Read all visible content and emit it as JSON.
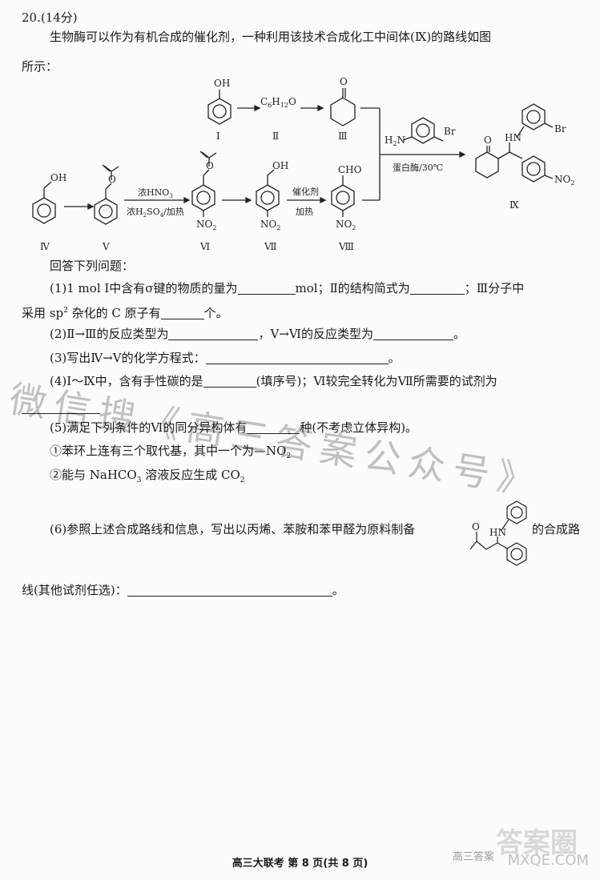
{
  "question": {
    "header": "20.(14分)",
    "intro_1": "生物酶可以作为有机合成的催化剂，一种利用该技术合成化工中间体(Ⅸ)的路线如图",
    "intro_2": "所示：",
    "prompt": "回答下列问题："
  },
  "scheme": {
    "labels": {
      "oh_top": "OH",
      "c6h12o_1": "C",
      "c6h12o_2": "6",
      "c6h12o_3": "H",
      "c6h12o_4": "12",
      "c6h12o_5": "O",
      "o_ketone": "O",
      "oh_iv": "OH",
      "oh_vii": "OH",
      "cho": "CHO",
      "no2_vi": "NO",
      "no2_vii": "NO",
      "no2_viii": "NO",
      "sub2": "2",
      "h2n_1": "H",
      "h2n_2": "2",
      "h2n_3": "N",
      "br_amine": "Br",
      "br_product": "Br",
      "hn_product": "HN",
      "o_product": "O",
      "no2_product": "NO",
      "enzyme": "蛋白酶/30℃",
      "hno3": "浓HNO",
      "hno3_sub": "3",
      "h2so4_1": "浓H",
      "h2so4_2": "2",
      "h2so4_3": "SO",
      "h2so4_4": "4",
      "h2so4_5": "/加热",
      "catalyst": "催化剂",
      "heat": "加热"
    },
    "roman": {
      "r1": "Ⅰ",
      "r2": "Ⅱ",
      "r3": "Ⅲ",
      "r4": "Ⅳ",
      "r5": "Ⅴ",
      "r6": "Ⅵ",
      "r7": "Ⅶ",
      "r8": "Ⅷ",
      "r9": "Ⅸ"
    }
  },
  "q1": {
    "a": "(1)1 mol Ⅰ中含有σ键的物质的量为",
    "b": "mol；Ⅱ的结构简式为",
    "c": "；Ⅲ分子中",
    "d": "采用 sp",
    "d_sup": "2",
    "e": " 杂化的 C 原子有",
    "f": "个。"
  },
  "q2": {
    "a": "(2)Ⅱ→Ⅲ的反应类型为",
    "b": "，Ⅴ→Ⅵ的反应类型为",
    "c": "。"
  },
  "q3": {
    "a": "(3)写出Ⅳ→Ⅴ的化学方程式：",
    "b": "。"
  },
  "q4": {
    "a": "(4)Ⅰ～Ⅸ中，含有手性碳的是",
    "b": "(填序号)；Ⅵ较完全转化为Ⅶ所需要的试剂为"
  },
  "q5": {
    "a": "(5)满足下列条件的Ⅵ的同分异构体有",
    "b": "种(不考虑立体异构)。",
    "c1": "①苯环上连有三个取代基，其中一个为—NO",
    "c1_sub": "2",
    "c2a": "②能与 NaHCO",
    "c2_sub": "3",
    "c2b": " 溶液反应生成 CO",
    "c2_sub2": "2"
  },
  "q6": {
    "a": "(6)参照上述合成路线和信息，写出以丙烯、苯胺和苯甲醛为原料制备",
    "b": "的合成路",
    "c": "线(其他试剂任选)：",
    "d": "。",
    "o_label": "O",
    "hn_label": "HN"
  },
  "footer": {
    "text": "高三大联考 第 8 页(共 8 页)"
  },
  "watermarks": {
    "wm1": "微信搜《高三答案公众号》",
    "wm2_big": "答案圈",
    "wm2_small": "MXQE.COM",
    "wm2_site": "高三答案"
  }
}
